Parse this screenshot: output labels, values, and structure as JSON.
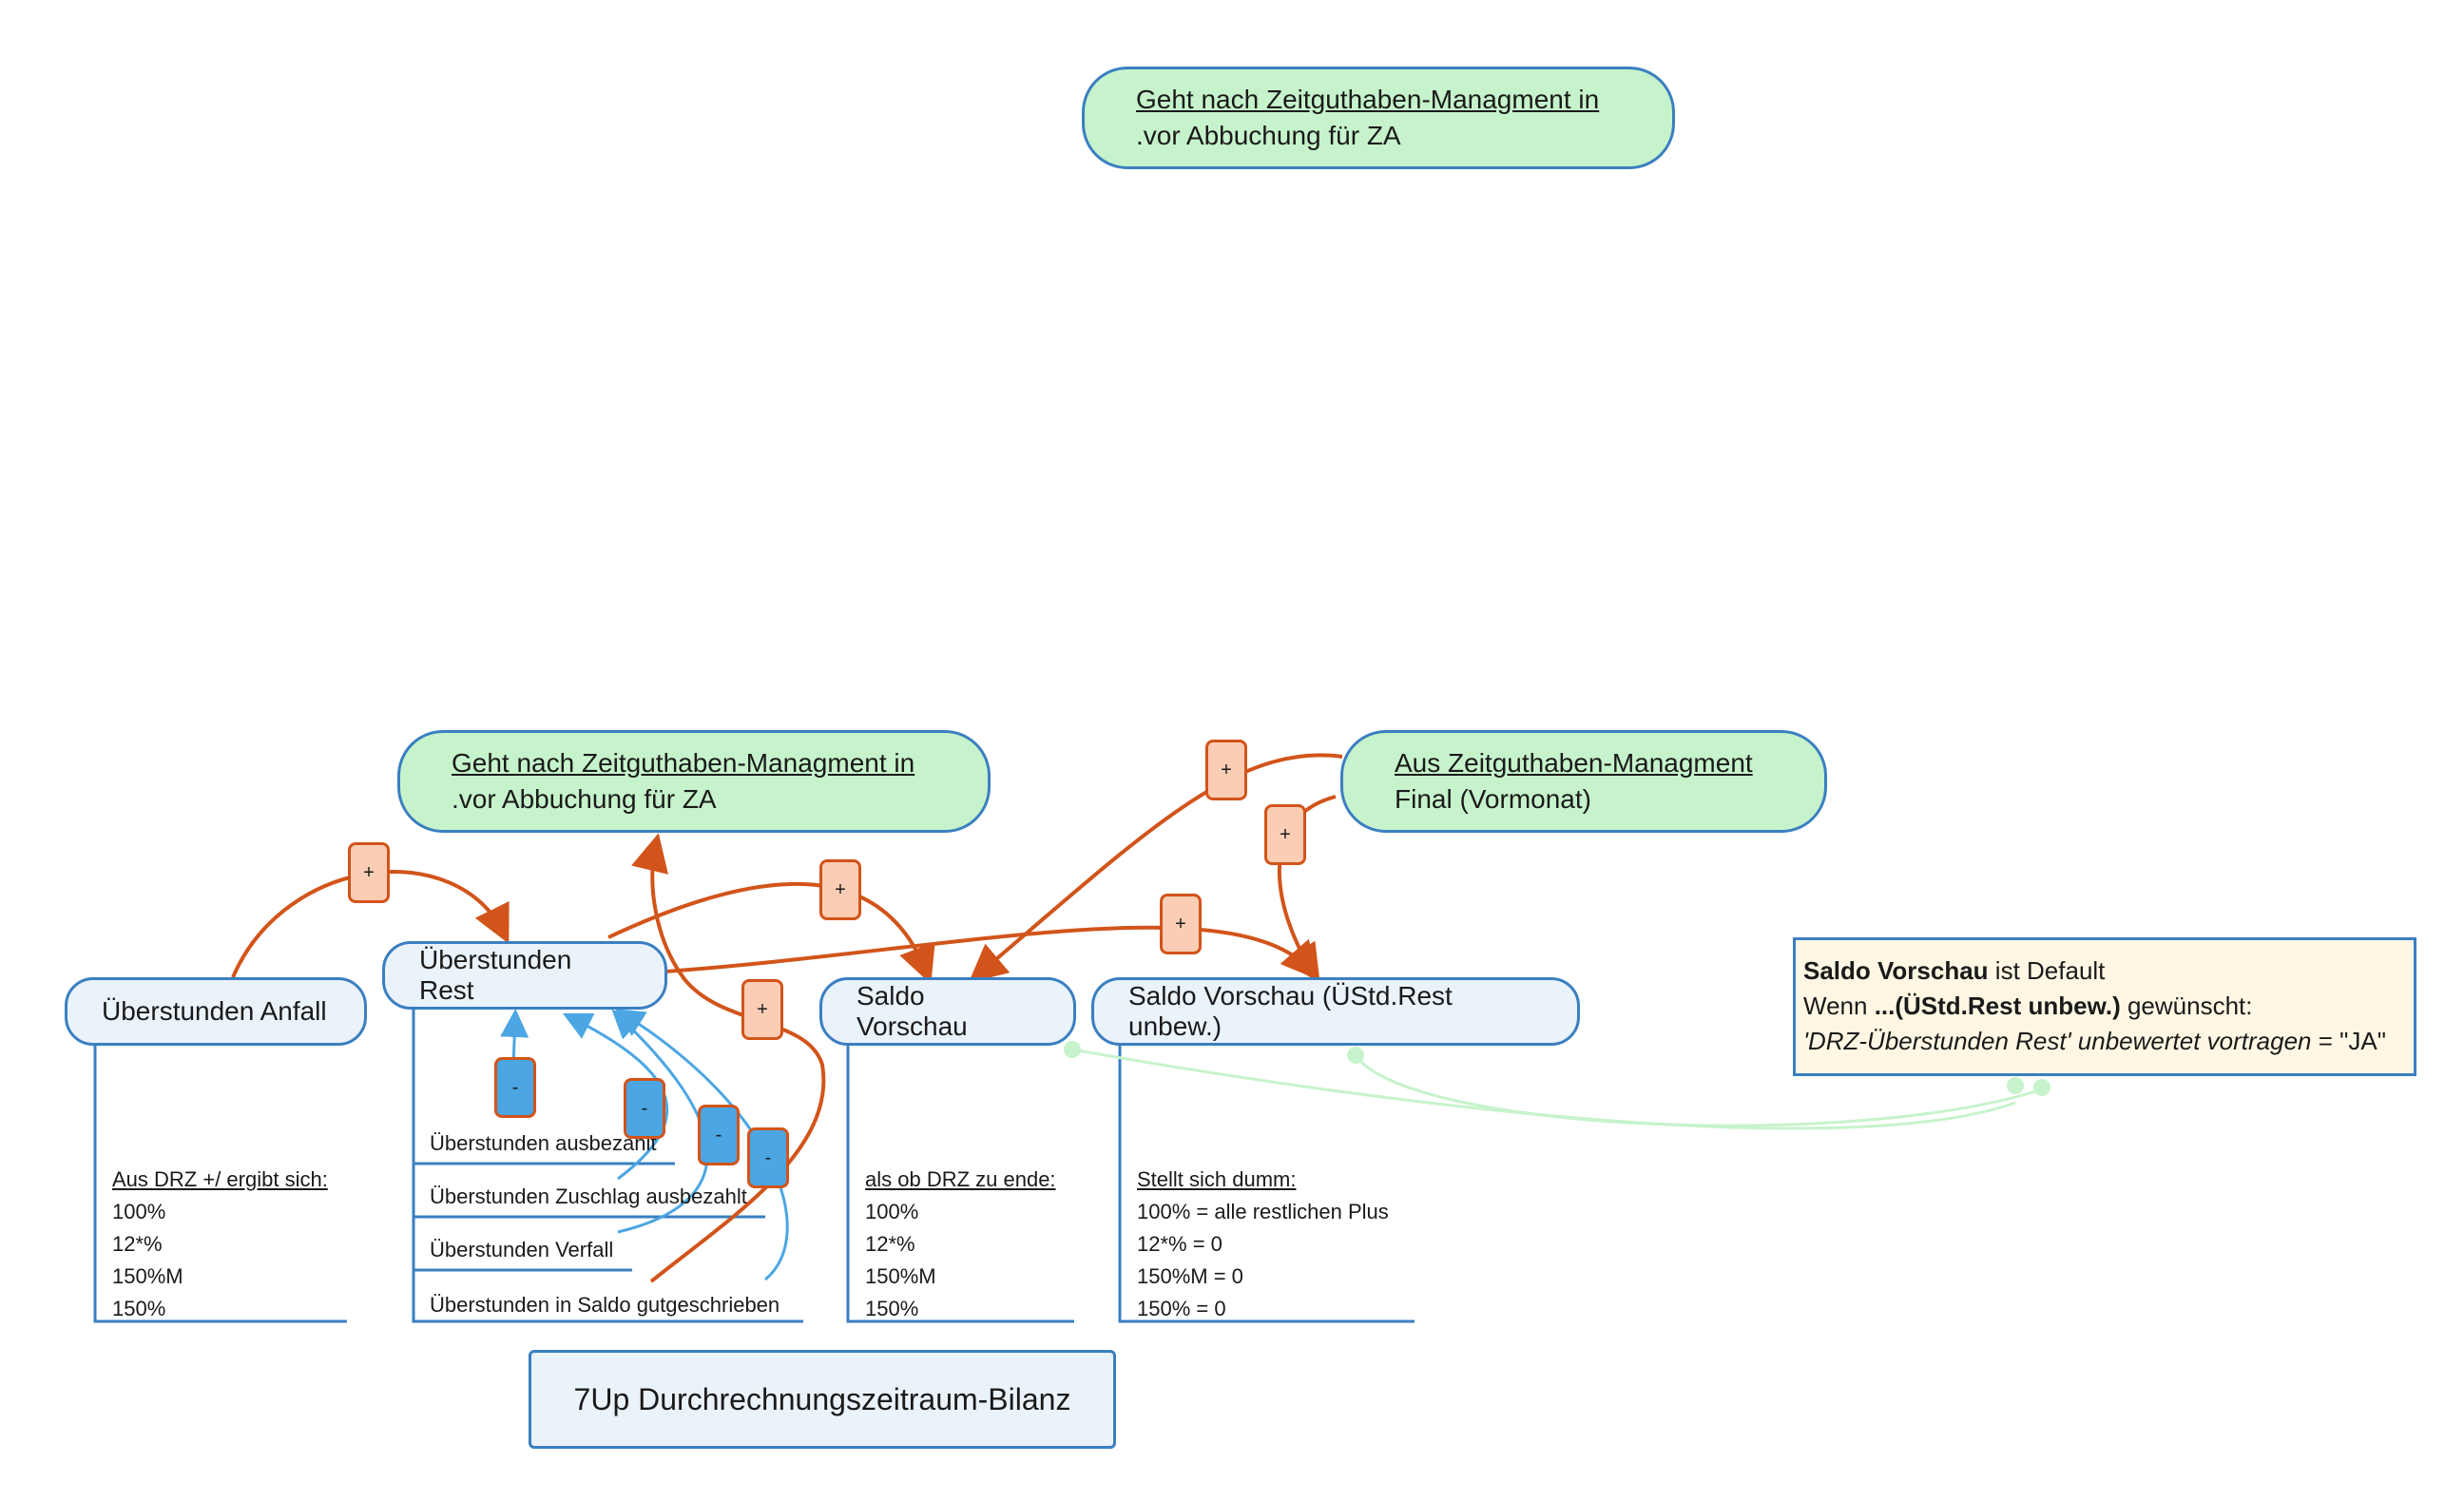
{
  "top_green_node": {
    "line1": "Geht nach Zeitguthaben-Managment in",
    "line2": ".vor Abbuchung für ZA"
  },
  "mid_green_node": {
    "line1": "Geht nach Zeitguthaben-Managment in",
    "line2": ".vor Abbuchung für ZA"
  },
  "final_green_node": {
    "line1": "Aus Zeitguthaben-Managment",
    "line2": "Final (Vormonat)"
  },
  "nodes": {
    "anfall": "Überstunden Anfall",
    "rest": "Überstunden Rest",
    "saldo_vorschau": "Saldo Vorschau",
    "saldo_vorschau_unbew": "Saldo Vorschau (ÜStd.Rest unbew.)",
    "title": "7Up Durchrechnungszeitraum-Bilanz"
  },
  "anfall_list": {
    "heading": "Aus DRZ +/ ergibt sich:",
    "items": [
      "100%",
      "12*%",
      "150%M",
      "150%"
    ]
  },
  "rest_list": {
    "items": [
      "Überstunden ausbezahlt",
      "Überstunden Zuschlag ausbezahlt",
      "Überstunden Verfall",
      "Überstunden in Saldo gutgeschrieben"
    ]
  },
  "saldo_list": {
    "heading": "als ob DRZ zu ende:",
    "items": [
      "100%",
      "12*%",
      "150%M",
      "150%"
    ]
  },
  "unbew_list": {
    "heading": "Stellt sich dumm:",
    "items": [
      "100% = alle restlichen Plus",
      "12*% = 0",
      "150%M = 0",
      "150% = 0"
    ]
  },
  "note": {
    "line1_bold": "Saldo Vorschau",
    "line1_rest": " ist Default",
    "line2_pre": "Wenn ",
    "line2_bold": "...(ÜStd.Rest unbew.)",
    "line2_post": " gewünscht:",
    "line3_italic": "'DRZ-Überstunden Rest' unbewertet vortragen",
    "line3_rest": "  = \"JA\""
  },
  "badges": {
    "plus": "+",
    "minus": "-"
  },
  "colors": {
    "node_border": "#3a7fc1",
    "node_fill": "#eaf2fa",
    "green_fill": "#c6f3cb",
    "plus_arrow": "#d2541a",
    "minus_arrow": "#4ba6e3",
    "note_fill": "#fff7e3",
    "connector": "#c6f3cb"
  }
}
